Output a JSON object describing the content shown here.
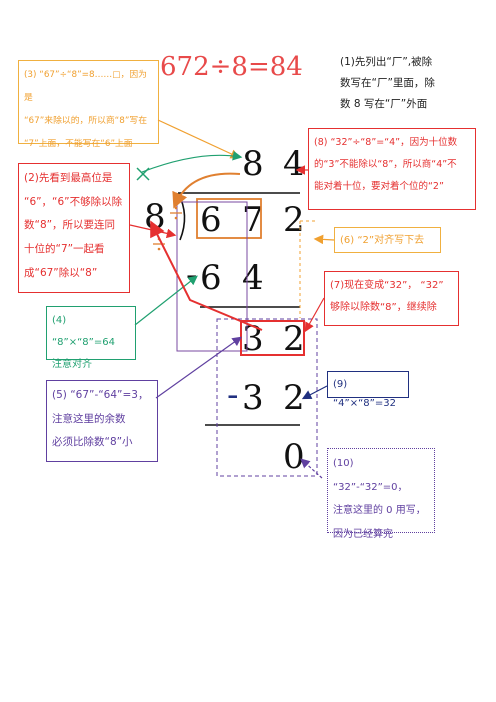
{
  "title": "672÷8=84",
  "step1": [
    "(1)先列出“厂”,被除",
    "数写在“厂”里面，除",
    "数 8 写在“厂”外面"
  ],
  "digits": {
    "q1": "8",
    "q2": "4",
    "divisor": "8",
    "d1": "6",
    "d2": "7",
    "d3": "2",
    "p1a": "6",
    "p1b": "4",
    "r1a": "3",
    "r1b": "2",
    "p2a": "3",
    "p2b": "2",
    "r2": "0",
    "minus": "-"
  },
  "notes": {
    "n3": [
      "(3) “67”÷“8”=8……□，因为是",
      "“67”来除以的，所以商“8”写在",
      "“7”上面，不能写在“6”上面"
    ],
    "n2": [
      "(2)先看到最高位是",
      "“6”，“6”不够除以除",
      "数“8”，所以要连同",
      "十位的“7”一起看",
      "成“67”除以“8”"
    ],
    "n4": [
      "(4) “8”×“8”=64",
      "注意对齐"
    ],
    "n5": [
      "(5) “67”-“64”=3，",
      "注意这里的余数",
      "必须比除数“8”小"
    ],
    "n8": [
      "(8) “32”÷“8”=“4”，因为十位数",
      "的“3”不能除以“8”，所以商“4”不",
      "能对着十位，要对着个位的“2”"
    ],
    "n6": [
      "(6) “2”对齐写下去"
    ],
    "n7": [
      "(7)现在变成“32”，  “32”",
      "够除以除数“8”，继续除"
    ],
    "n9": [
      "(9) “4”×“8”=32"
    ],
    "n10": [
      "(10) “32”-“32”=0，",
      "注意这里的 0 用写，",
      "因为已经算完"
    ]
  },
  "colors": {
    "orange": "#f0b040",
    "red": "#e53030",
    "green": "#20a070",
    "purple": "#6040a0",
    "navy": "#203080",
    "brown": "#e08030"
  }
}
